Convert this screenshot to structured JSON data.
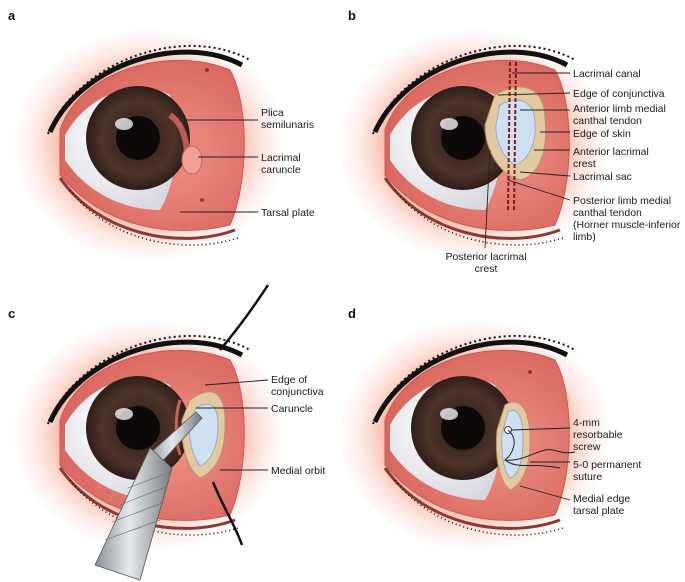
{
  "panels": [
    {
      "letter": "a",
      "labels": {
        "plica_1": "Plica",
        "plica_2": "semilunaris",
        "caruncle_1": "Lacrimal",
        "caruncle_2": "caruncle",
        "tarsal": "Tarsal plate"
      }
    },
    {
      "letter": "b",
      "labels": {
        "canal": "Lacrimal canal",
        "conj": "Edge of conjunctiva",
        "alim_1": "Anterior limb medial",
        "alim_2": "canthal tendon",
        "skin": "Edge of skin",
        "alc_1": "Anterior lacrimal",
        "alc_2": "crest",
        "sac": "Lacrimal sac",
        "plim_1": "Posterior limb medial",
        "plim_2": "canthal tendon",
        "plim_3": "(Horner muscle-inferior",
        "plim_4": "limb)",
        "plc_1": "Posterior lacrimal",
        "plc_2": "crest"
      }
    },
    {
      "letter": "c",
      "labels": {
        "conj_1": "Edge of",
        "conj_2": "conjunctiva",
        "caruncle": "Caruncle",
        "orbit": "Medial orbit"
      }
    },
    {
      "letter": "d",
      "labels": {
        "screw_1": "4-mm",
        "screw_2": "resorbable",
        "screw_3": "screw",
        "suture_1": "5-0 permanent",
        "suture_2": "suture",
        "tarsal_1": "Medial edge",
        "tarsal_2": "tarsal plate"
      }
    }
  ],
  "colors": {
    "skin": "#f4a48f",
    "skin_glow": "#fbd2c6",
    "conjunctiva": "#e77f74",
    "sclera": "#f3f3f7",
    "iris": "#4a3127",
    "pupil": "#0c0908",
    "bone": "#e2c9a1",
    "periosteum": "#cfe0f3"
  }
}
